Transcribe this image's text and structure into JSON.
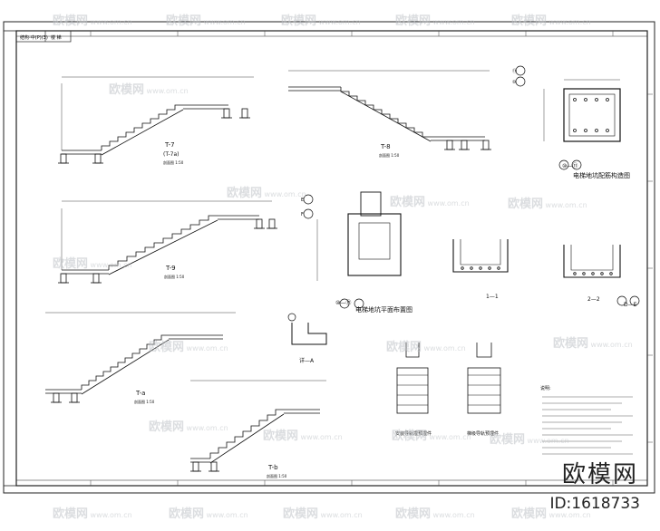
{
  "watermark": {
    "brand": "欧模网",
    "url": "www.om.cn"
  },
  "brand_mark": {
    "name": "欧模网",
    "id": "ID:1618733"
  },
  "drawing": {
    "header_cell_a": "结构-中(P)(3)",
    "header_cell_b": "楼 梯",
    "sections": {
      "t7": {
        "title": "T-7",
        "sub": "(T-7a)",
        "scale": "剖面图 1:50"
      },
      "t8": {
        "title": "T-8",
        "scale": "剖面图 1:50"
      },
      "t9": {
        "title": "T-9",
        "scale": "剖面图 1:50"
      },
      "ta": {
        "title": "T-a",
        "scale": "剖面图 1:50"
      },
      "tb": {
        "title": "T-b",
        "scale": "剖面图 1:50"
      }
    },
    "pit_plan_title": "电梯地坑平面布置图",
    "pit_reinf_title": "电梯地坑配筋构造图",
    "section_11": "1—1",
    "section_22": "2—2",
    "detail_a": "详—A",
    "embed_1": "安装导轨埋预埋件",
    "embed_2": "梯级导轨预埋件",
    "notes_title": "说明:",
    "axis_e": "E",
    "axis_f": "F",
    "axis_10": "⑩",
    "axis_11": "⑪",
    "axis_range": "⑩—⑪",
    "axis_de": "D—E"
  }
}
